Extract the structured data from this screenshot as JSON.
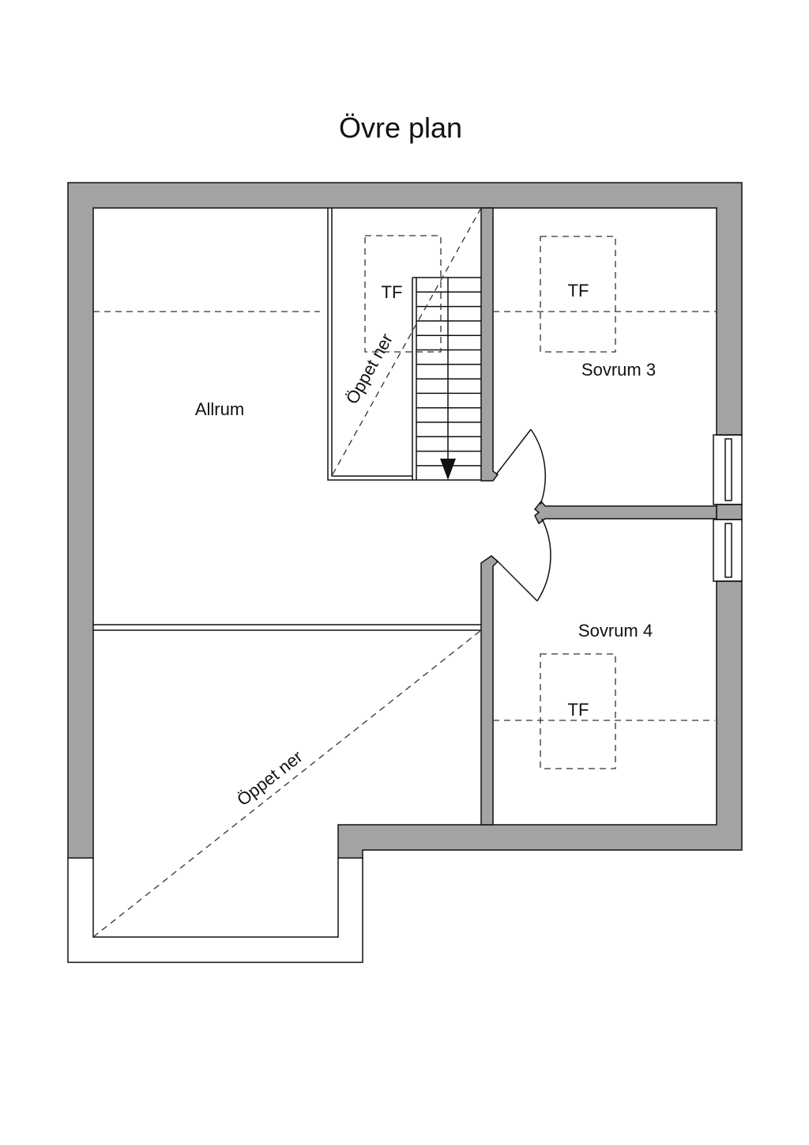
{
  "title": "Övre plan",
  "rooms": {
    "allrum": "Allrum",
    "sovrum3": "Sovrum 3",
    "sovrum4": "Sovrum 4"
  },
  "markers": {
    "tf_stair": "TF",
    "tf_sovrum3": "TF",
    "tf_sovrum4": "TF",
    "open_stair": "Öppet ner",
    "open_lower": "Öppet ner"
  },
  "colors": {
    "wall": "#a3a3a3",
    "line": "#111111"
  }
}
